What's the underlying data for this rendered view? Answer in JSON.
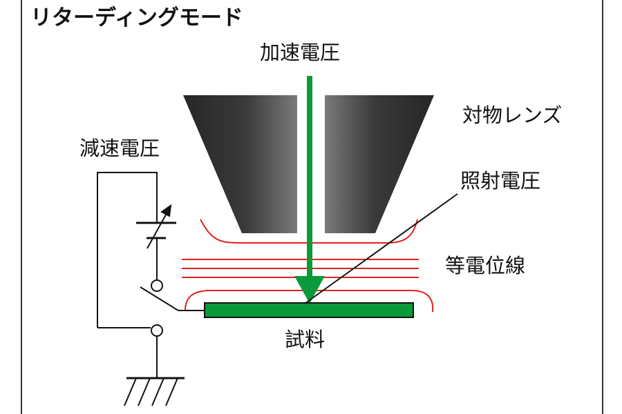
{
  "title": "リターディングモード",
  "labels": {
    "acceleration_voltage": "加速電圧",
    "objective_lens": "対物レンズ",
    "deceleration_voltage": "減速電圧",
    "irradiation_voltage": "照射電圧",
    "equipotential_lines": "等電位線",
    "specimen": "試料"
  },
  "colors": {
    "beam": "#0a9a3c",
    "specimen": "#0a9a3c",
    "equipotential": "#e0201a",
    "lens_dark": "#2a2a2a",
    "lens_light": "#6e6e6e",
    "wire": "#111111"
  },
  "icons": {
    "lens": "objective-lens-icon",
    "beam": "electron-beam-arrow-icon",
    "battery": "variable-voltage-source-icon",
    "switch": "switch-icon",
    "ground": "ground-icon"
  }
}
